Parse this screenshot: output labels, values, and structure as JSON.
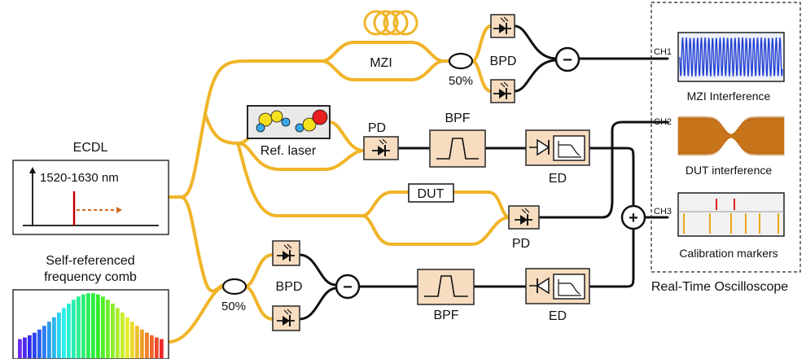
{
  "labels": {
    "ecdl": "ECDL",
    "wavelength": "1520-1630 nm",
    "comb": [
      "Self-referenced",
      "frequency comb"
    ],
    "mzi": "MZI",
    "coupler_top": "50%",
    "coupler_bottom": "50%",
    "bpd_top": "BPD",
    "bpd_bottom": "BPD",
    "pd_ref": "PD",
    "pd_dut": "PD",
    "bpf_top": "BPF",
    "bpf_bottom": "BPF",
    "ed_top": "ED",
    "ed_bottom": "ED",
    "ref_laser": "Ref. laser",
    "dut": "DUT",
    "ch1": "CH1",
    "ch2": "CH2",
    "ch3": "CH3",
    "ch1_caption": "MZI Interference",
    "ch2_caption": "DUT interference",
    "ch3_caption": "Calibration markers",
    "oscilloscope": "Real-Time Oscilloscope"
  },
  "symbols": {
    "minus_top": "−",
    "minus_bottom": "−",
    "plus": "+"
  },
  "colors": {
    "fiber": "#f0b428",
    "box_fill": "#f7dcc0",
    "mzi_signal": "#1f3fd4",
    "dut_signal": "#c8741a",
    "marker_red": "#e02020",
    "marker_gold": "#e8a818",
    "ecdl_line": "#c00000",
    "ecdl_arrow": "#d2691e"
  },
  "icons": [
    "photodiode-icon",
    "bandpass-filter-icon",
    "envelope-detector-icon",
    "coiled-fiber-icon",
    "fiber-coupler-icon"
  ]
}
